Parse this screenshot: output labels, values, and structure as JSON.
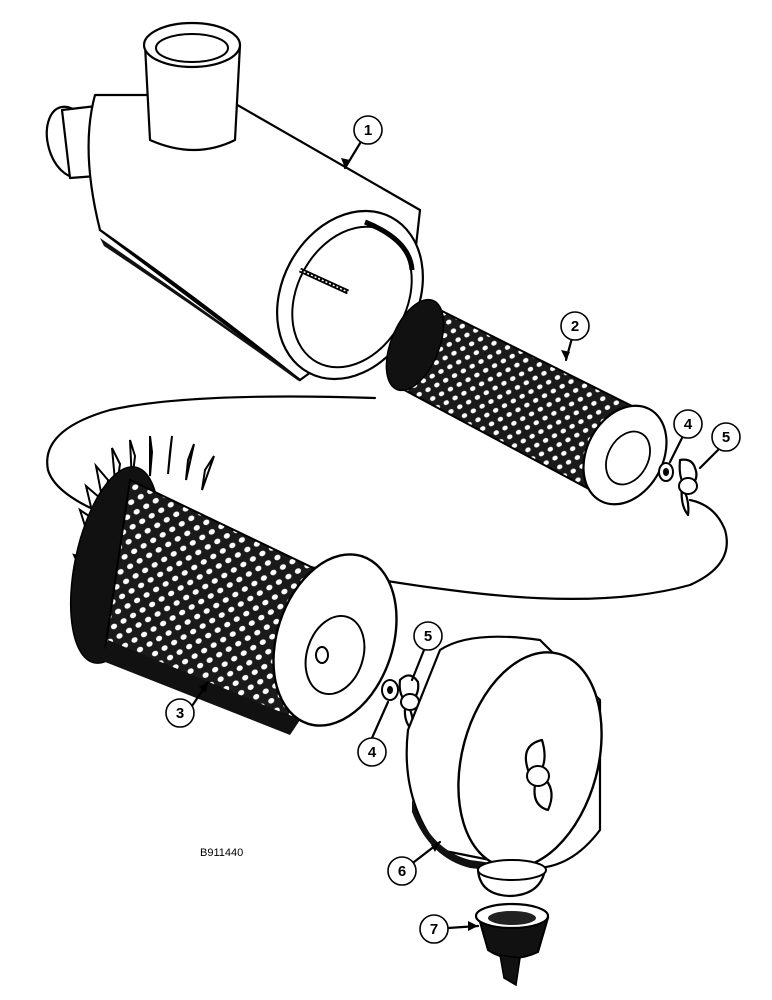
{
  "figure": {
    "reference_code": "B911440",
    "callouts": [
      {
        "id": "callout-1",
        "label": "1"
      },
      {
        "id": "callout-2",
        "label": "2"
      },
      {
        "id": "callout-3",
        "label": "3"
      },
      {
        "id": "callout-4a",
        "label": "4"
      },
      {
        "id": "callout-4b",
        "label": "4"
      },
      {
        "id": "callout-5a",
        "label": "5"
      },
      {
        "id": "callout-5b",
        "label": "5"
      },
      {
        "id": "callout-6",
        "label": "6"
      },
      {
        "id": "callout-7",
        "label": "7"
      }
    ]
  }
}
